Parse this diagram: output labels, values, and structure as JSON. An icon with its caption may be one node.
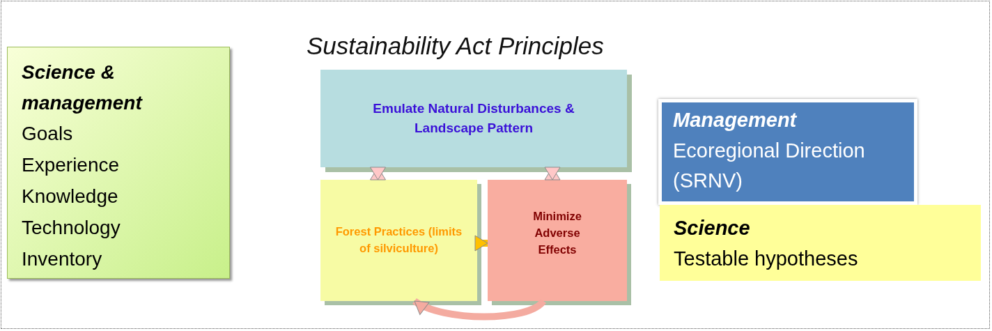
{
  "diagram": {
    "title": "Sustainability Act Principles",
    "nodes": [
      {
        "text": [
          "Science & management",
          "Goals",
          "Experience",
          "Knowledge",
          "Technology",
          "Inventory"
        ]
      },
      {
        "text": [
          "Emulate Natural Disturbances & Landscape Pattern"
        ]
      },
      {
        "text": [
          "Forest Practices (limits of silviculture)"
        ]
      },
      {
        "text": [
          "Minimize Adverse Effects"
        ]
      },
      {
        "text": [
          "Management",
          "Ecoregional Direction (SRNV)"
        ]
      },
      {
        "text": [
          "Science",
          "Testable hypotheses"
        ]
      }
    ],
    "edges": [
      {
        "from": 1,
        "to": 2,
        "arrow": "both"
      },
      {
        "from": 1,
        "to": 3,
        "arrow": "both"
      },
      {
        "from": 2,
        "to": 3,
        "arrow": "to",
        "color": "#ffc000"
      },
      {
        "from": 3,
        "to": 2,
        "arrow": "to",
        "color": "#f4aba0"
      }
    ]
  }
}
